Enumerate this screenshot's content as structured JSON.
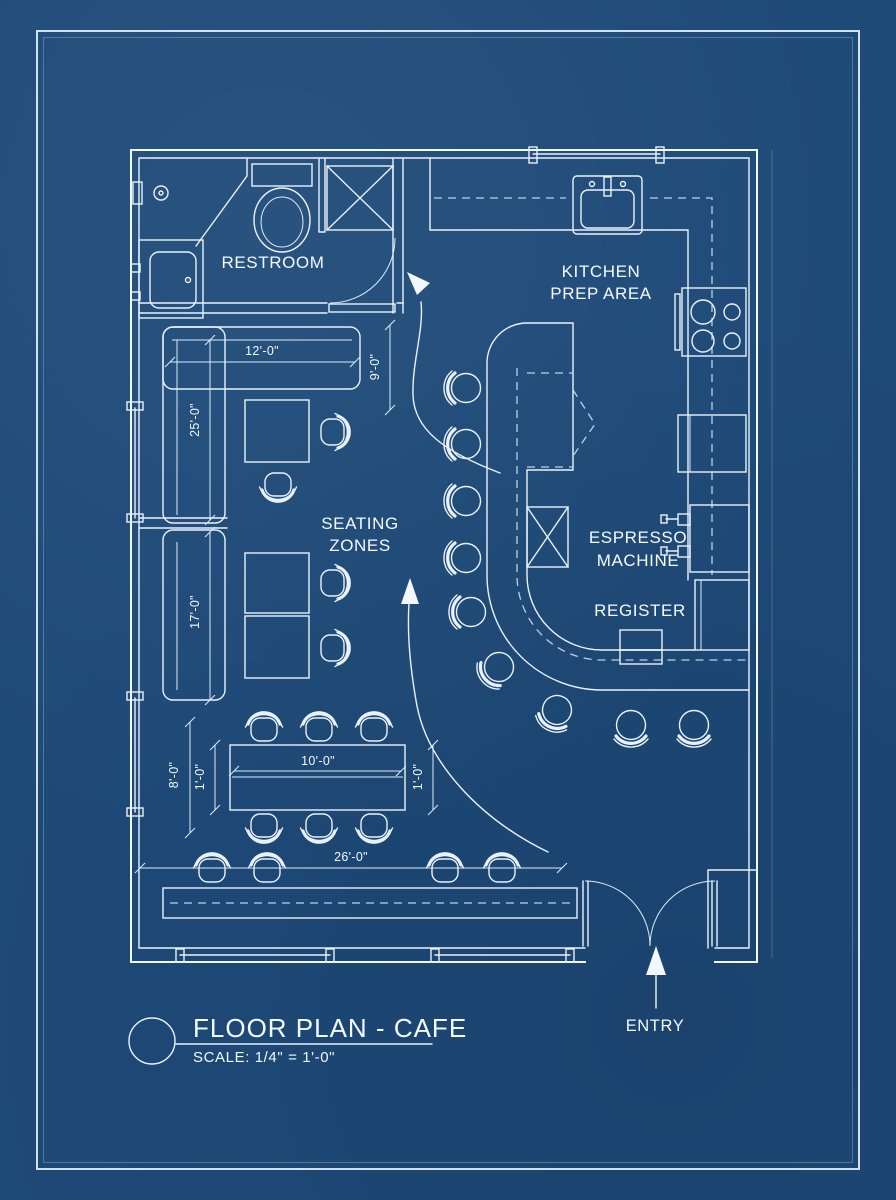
{
  "drawing": {
    "background_color": "#1e4a78",
    "line_color": "#e9f2fb"
  },
  "labels": {
    "restroom": "RESTROOM",
    "kitchen_line1": "KITCHEN",
    "kitchen_line2": "PREP AREA",
    "seating_line1": "SEATING",
    "seating_line2": "ZONES",
    "espresso_line1": "ESPRESSO",
    "espresso_line2": "MACHINE",
    "register": "REGISTER",
    "entry": "ENTRY"
  },
  "dimensions": {
    "top_bench_length": "12'-0\"",
    "restroom_zone_depth": "9'-0\"",
    "upper_banquette_length": "25'-0\"",
    "lower_banquette_length": "17'-0\"",
    "communal_zone_depth": "8'-0\"",
    "communal_offset_left": "1'-0\"",
    "communal_table_length": "10'-0\"",
    "communal_offset_right": "1'-0\"",
    "dining_room_width": "26'-0\""
  },
  "title_block": {
    "title": "FLOOR PLAN - CAFE",
    "scale": "SCALE: 1/4\" = 1'-0\""
  }
}
